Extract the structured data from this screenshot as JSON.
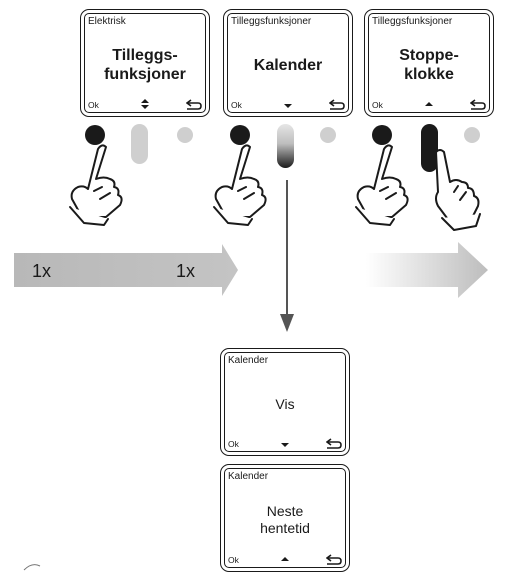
{
  "screens": [
    {
      "header": "Elektrisk",
      "lines": [
        "Tilleggs-",
        "funksjoner"
      ],
      "style": "bold",
      "ok": "Ok",
      "nav": "up-down",
      "back": "back-arrow-icon"
    },
    {
      "header": "Tilleggsfunksjoner",
      "lines": [
        "Kalender"
      ],
      "style": "bold",
      "ok": "Ok",
      "nav": "down",
      "back": "back-arrow-icon"
    },
    {
      "header": "Tilleggsfunksjoner",
      "lines": [
        "Stoppe-",
        "klokke"
      ],
      "style": "bold",
      "ok": "Ok",
      "nav": "up",
      "back": "back-arrow-icon"
    },
    {
      "header": "Kalender",
      "lines": [
        "Vis"
      ],
      "style": "regular",
      "ok": "Ok",
      "nav": "down",
      "back": "back-arrow-icon"
    },
    {
      "header": "Kalender",
      "lines": [
        "Neste",
        "hentetid"
      ],
      "style": "regular",
      "ok": "Ok",
      "nav": "up",
      "back": "back-arrow-icon"
    }
  ],
  "repeat_labels": [
    "1x",
    "1x"
  ],
  "colors": {
    "ink": "#1a1a1a",
    "arrow_band": "#b3b3b3",
    "button_light": "#c8c8c8"
  }
}
